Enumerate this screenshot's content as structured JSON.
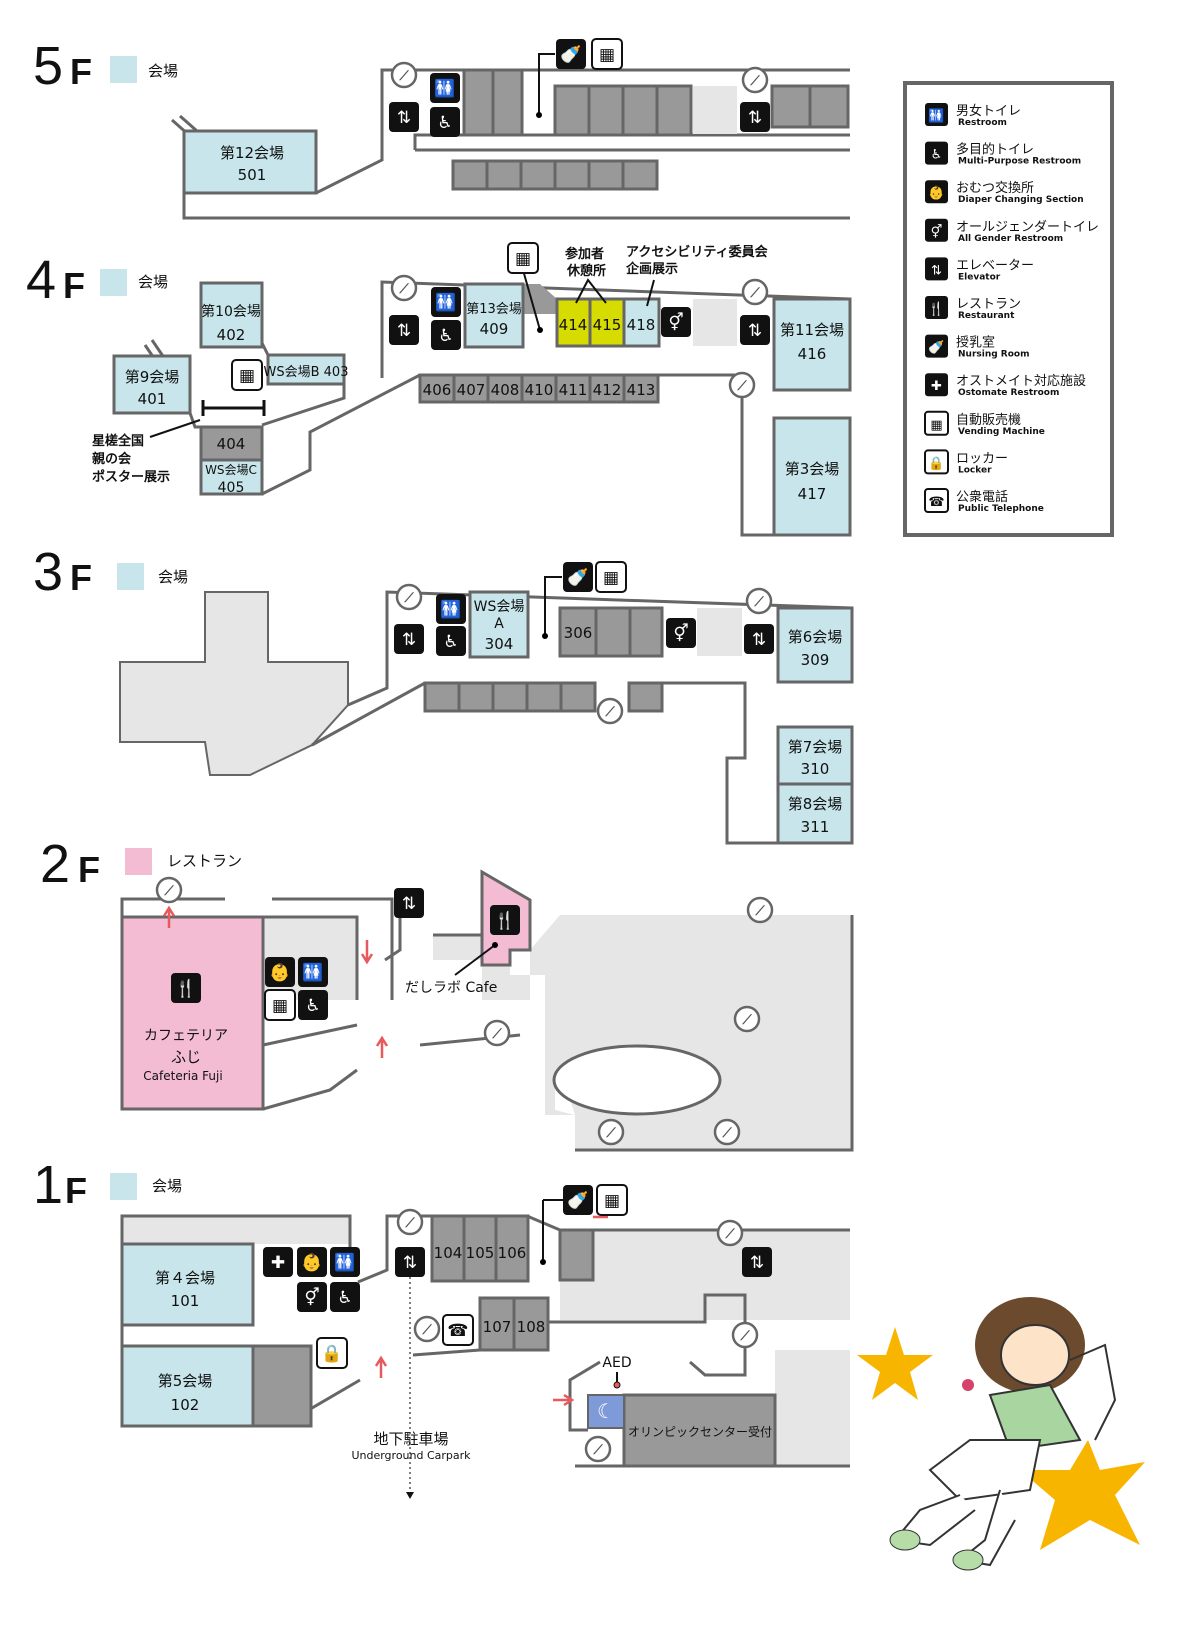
{
  "swatch_colors": {
    "venue": "#c7e5ea",
    "restaurant": "#f4bcd3",
    "highlight": "#d7dc00",
    "room": "#999999",
    "stair_star": "#f8b500"
  },
  "icons": {
    "restroom": "🚻",
    "accessible": "♿",
    "diaper": "👶",
    "all-gender": "⚥",
    "elevator": "⇅",
    "restaurant": "🍴",
    "nursing": "🍼",
    "ostomate": "✚",
    "vending": "▦",
    "locker": "🔒",
    "telephone": "☎",
    "stairs": "⟋",
    "moon": "☾"
  },
  "legend": [
    {
      "icon": "restroom",
      "ja": "男女トイレ",
      "en": "Restroom"
    },
    {
      "icon": "accessible",
      "ja": "多目的トイレ",
      "en": "Multi-Purpose Restroom"
    },
    {
      "icon": "diaper",
      "ja": "おむつ交換所",
      "en": "Diaper Changing Section"
    },
    {
      "icon": "all-gender",
      "ja": "オールジェンダートイレ",
      "en": "All Gender Restroom"
    },
    {
      "icon": "elevator",
      "ja": "エレベーター",
      "en": "Elevator"
    },
    {
      "icon": "restaurant",
      "ja": "レストラン",
      "en": "Restaurant"
    },
    {
      "icon": "nursing",
      "ja": "授乳室",
      "en": "Nursing Room"
    },
    {
      "icon": "ostomate",
      "ja": "オストメイト対応施設",
      "en": "Ostomate Restroom"
    },
    {
      "icon": "vending",
      "ja": "自動販売機",
      "en": "Vending Machine"
    },
    {
      "icon": "locker",
      "ja": "ロッカー",
      "en": "Locker"
    },
    {
      "icon": "telephone",
      "ja": "公衆電話",
      "en": "Public Telephone"
    }
  ],
  "floors": {
    "f5": {
      "num": "5",
      "unit": "F",
      "swatch": "会場",
      "rooms": {
        "r501": {
          "name": "第12会場",
          "no": "501"
        }
      }
    },
    "f4": {
      "num": "4",
      "unit": "F",
      "swatch": "会場",
      "rooms": {
        "r401": {
          "name": "第9会場",
          "no": "401"
        },
        "r402": {
          "name": "第10会場",
          "no": "402"
        },
        "r403": "WS会場B 403",
        "r404": "404",
        "r405": {
          "name": "WS会場C",
          "no": "405"
        },
        "r409": {
          "name": "第13会場",
          "no": "409"
        },
        "r414": "414",
        "r415": "415",
        "r418": "418",
        "r416": {
          "name": "第11会場",
          "no": "416"
        },
        "r417": {
          "name": "第3会場",
          "no": "417"
        },
        "row": [
          "406",
          "407",
          "408",
          "410",
          "411",
          "412",
          "413"
        ]
      },
      "notes": {
        "lounge": [
          "参加者",
          "休憩所"
        ],
        "access": [
          "アクセシビリティ委員会",
          "企画展示"
        ],
        "poster": [
          "星槎全国",
          "親の会",
          "ポスター展示"
        ]
      }
    },
    "f3": {
      "num": "3",
      "unit": "F",
      "swatch": "会場",
      "rooms": {
        "r304": {
          "name": "WS会場",
          "mid": "A",
          "no": "304"
        },
        "r306": "306",
        "r309": {
          "name": "第6会場",
          "no": "309"
        },
        "r310": {
          "name": "第7会場",
          "no": "310"
        },
        "r311": {
          "name": "第8会場",
          "no": "311"
        }
      }
    },
    "f2": {
      "num": "2",
      "unit": "F",
      "swatch": "レストラン",
      "cafeteria": {
        "ja": "カフェテリア",
        "ja2": "ふじ",
        "en": "Cafeteria Fuji"
      },
      "cafe": "だしラボ Cafe"
    },
    "f1": {
      "num": "1",
      "unit": "F",
      "swatch": "会場",
      "rooms": {
        "r101": {
          "name": "第４会場",
          "no": "101"
        },
        "r102": {
          "name": "第5会場",
          "no": "102"
        },
        "row1": [
          "104",
          "105",
          "106"
        ],
        "row2": [
          "107",
          "108"
        ],
        "reception": "オリンピックセンター受付"
      },
      "aed": "AED",
      "parking": {
        "ja": "地下駐車場",
        "en": "Underground Carpark"
      }
    }
  }
}
